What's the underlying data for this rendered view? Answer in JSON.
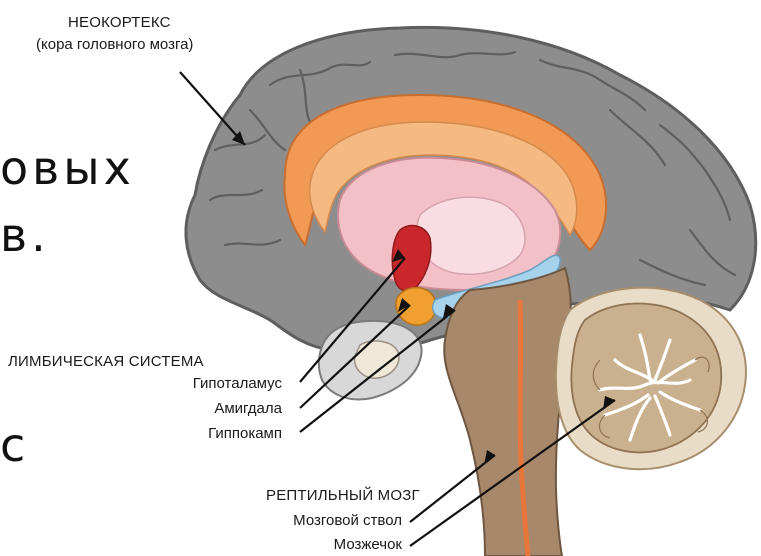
{
  "background_text": {
    "line1": "овых",
    "line2": "в.",
    "line3": "с"
  },
  "neocortex": {
    "title": "НЕОКОРТЕКС",
    "subtitle": "(кора головного мозга)"
  },
  "limbic": {
    "title": "ЛИМБИЧЕСКАЯ СИСТЕМА",
    "items": [
      "Гипоталамус",
      "Амигдала",
      "Гиппокамп"
    ]
  },
  "reptilian": {
    "title": "РЕПТИЛЬНЫЙ МОЗГ",
    "items": [
      "Мозговой ствол",
      "Мозжечок"
    ]
  },
  "colors": {
    "cortex": "#8d8d8d",
    "cortex_dark": "#5e5e5e",
    "corpus_outer": "#f09a55",
    "corpus_inner": "#f5b982",
    "thalamus": "#f4c0c8",
    "thalamus_inner": "#f9dde2",
    "hypothalamus": "#c9272b",
    "amygdala": "#f0a030",
    "hippocampus": "#a6d2ec",
    "brainstem": "#a7886a",
    "cerebellum": "#c9b08e",
    "spinal_line": "#e8763a"
  }
}
